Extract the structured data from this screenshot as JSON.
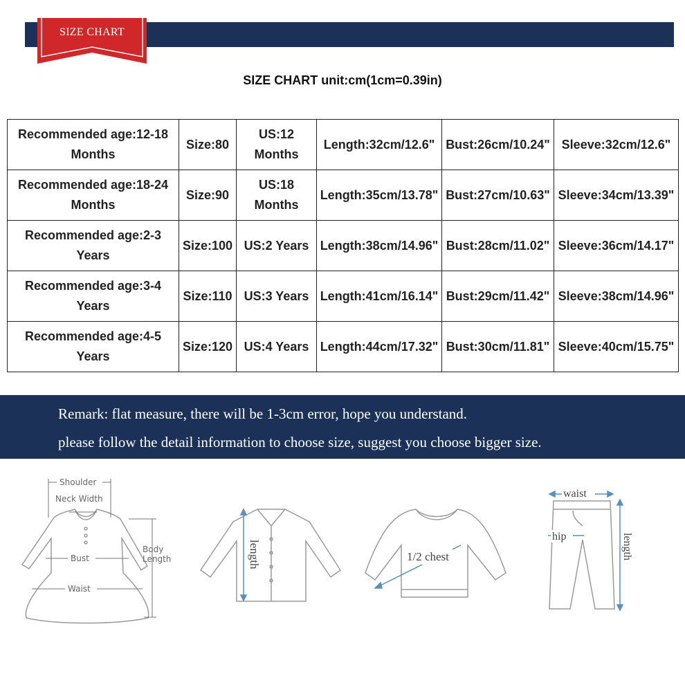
{
  "header": {
    "ribbon_label": "SIZE CHART",
    "band_color": "#1b3157",
    "ribbon_color": "#d0282a"
  },
  "title": "SIZE CHART unit:cm(1cm=0.39in)",
  "table": {
    "rows": [
      {
        "age": [
          "Recommended age:12-18",
          "Months"
        ],
        "size": "Size:80",
        "us": [
          "US:12",
          "Months"
        ],
        "length": "Length:32cm/12.6\"",
        "bust": "Bust:26cm/10.24\"",
        "sleeve": "Sleeve:32cm/12.6\""
      },
      {
        "age": [
          "Recommended age:18-24",
          "Months"
        ],
        "size": "Size:90",
        "us": [
          "US:18",
          "Months"
        ],
        "length": "Length:35cm/13.78\"",
        "bust": "Bust:27cm/10.63\"",
        "sleeve": "Sleeve:34cm/13.39\""
      },
      {
        "age": [
          "Recommended age:2-3",
          "Years"
        ],
        "size": "Size:100",
        "us": [
          "US:2 Years"
        ],
        "length": "Length:38cm/14.96\"",
        "bust": "Bust:28cm/11.02\"",
        "sleeve": "Sleeve:36cm/14.17\""
      },
      {
        "age": [
          "Recommended age:3-4",
          "Years"
        ],
        "size": "Size:110",
        "us": [
          "US:3 Years"
        ],
        "length": "Length:41cm/16.14\"",
        "bust": "Bust:29cm/11.42\"",
        "sleeve": "Sleeve:38cm/14.96\""
      },
      {
        "age": [
          "Recommended age:4-5",
          "Years"
        ],
        "size": "Size:120",
        "us": [
          "US:4 Years"
        ],
        "length": "Length:44cm/17.32\"",
        "bust": "Bust:30cm/11.81\"",
        "sleeve": "Sleeve:40cm/15.75\""
      }
    ]
  },
  "remark": {
    "line1": "Remark: flat measure, there will be 1-3cm error, hope you understand.",
    "line2": "please follow the detail information to choose size, suggest you choose bigger size."
  },
  "diagrams": {
    "dress": {
      "shoulder": "Shoulder",
      "neck_width": "Neck Width",
      "bust": "Bust",
      "waist": "Waist",
      "body_length": [
        "Body",
        "Length"
      ]
    },
    "shirt": {
      "length": "length"
    },
    "sweater": {
      "chest": "1/2 chest"
    },
    "pants": {
      "waist": "waist",
      "hip": "hip",
      "length": "length"
    }
  }
}
